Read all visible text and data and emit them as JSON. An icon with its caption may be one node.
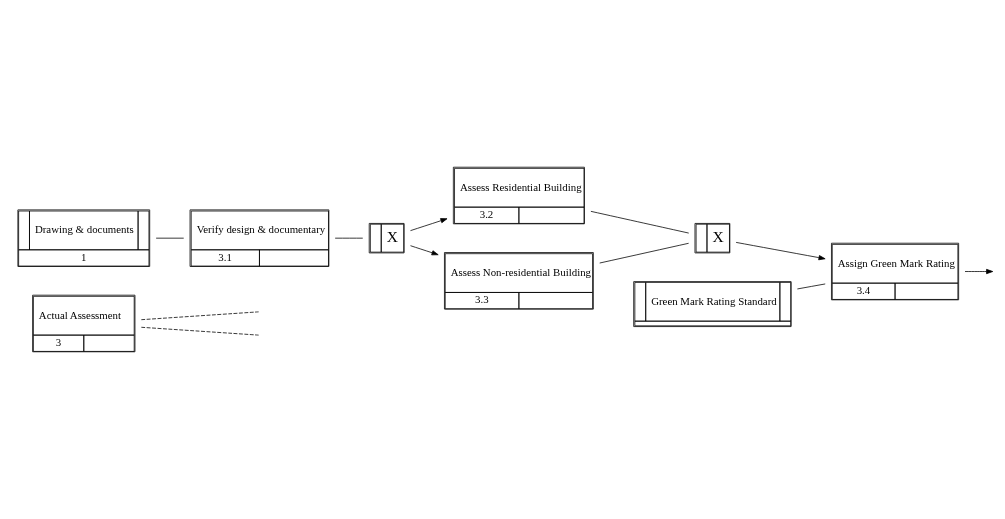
{
  "diagram": {
    "nodes": [
      {
        "text": [
          "Actual Assessment",
          "3"
        ]
      },
      {
        "text": [
          "Drawing & documents",
          "1"
        ]
      },
      {
        "text": [
          "Verify design & documentary",
          "3.1"
        ]
      },
      {
        "text": [
          "X"
        ]
      },
      {
        "text": [
          "Assess Residential Building",
          "3.2"
        ]
      },
      {
        "text": [
          "Assess Non-residential Building",
          "3.3"
        ]
      },
      {
        "text": [
          "X"
        ]
      },
      {
        "text": [
          "Green Mark Rating Standard"
        ]
      },
      {
        "text": [
          "Assign Green Mark Rating",
          "3.4"
        ]
      }
    ],
    "edges": [
      {
        "from": 0,
        "to": null,
        "arrow": "none",
        "style": "dashed"
      },
      {
        "from": 0,
        "to": null,
        "arrow": "none",
        "style": "dashed"
      },
      {
        "from": 1,
        "to": 2,
        "arrow": "none"
      },
      {
        "from": 2,
        "to": 3,
        "arrow": "none"
      },
      {
        "from": 3,
        "to": 4,
        "arrow": "to"
      },
      {
        "from": 3,
        "to": 5,
        "arrow": "to"
      },
      {
        "from": 4,
        "to": 6,
        "arrow": "none"
      },
      {
        "from": 5,
        "to": 6,
        "arrow": "none"
      },
      {
        "from": 6,
        "to": 8,
        "arrow": "to"
      },
      {
        "from": 7,
        "to": 8,
        "arrow": "none"
      },
      {
        "from": 8,
        "to": null,
        "arrow": "to"
      }
    ]
  }
}
